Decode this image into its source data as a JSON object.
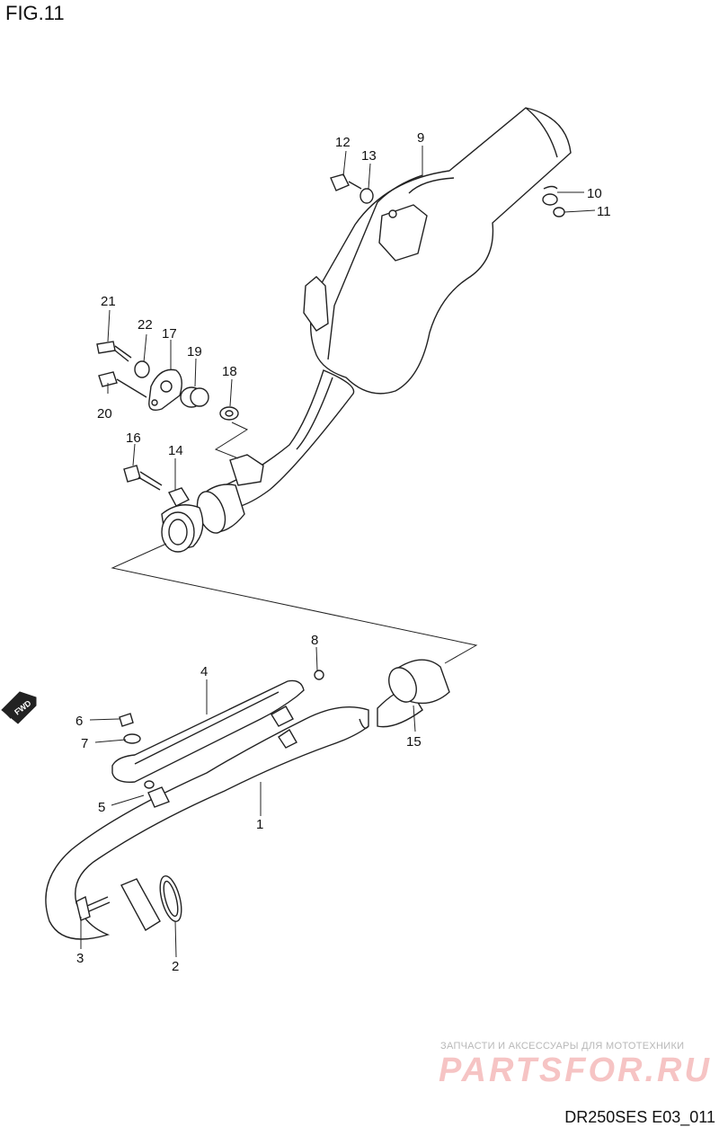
{
  "figure": {
    "title": "FIG.11",
    "code": "DR250SES E03_011"
  },
  "watermark": {
    "subtitle": "ЗАПЧАСТИ И АКСЕССУАРЫ ДЛЯ МОТОТЕХНИКИ",
    "logo": "PARTSFOR.RU"
  },
  "direction_badge": "FWD",
  "callouts": {
    "c1": "1",
    "c2": "2",
    "c3": "3",
    "c4": "4",
    "c5": "5",
    "c6": "6",
    "c7": "7",
    "c8": "8",
    "c9": "9",
    "c10": "10",
    "c11": "11",
    "c12": "12",
    "c13": "13",
    "c14": "14",
    "c15": "15",
    "c16": "16",
    "c17": "17",
    "c18": "18",
    "c19": "19",
    "c20": "20",
    "c21": "21",
    "c22": "22"
  }
}
